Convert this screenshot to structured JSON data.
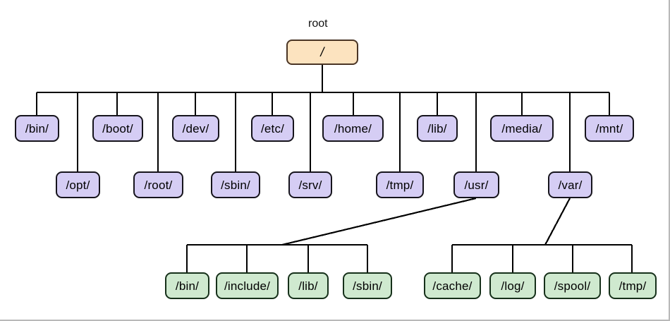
{
  "diagram": {
    "title_caption": "root",
    "type": "filesystem-hierarchy-tree",
    "colors": {
      "root_fill": "#fce3bf",
      "root_border": "#4a3525",
      "level1_fill": "#d5cdf4",
      "level1_border": "#16141c",
      "level2_fill": "#cfe9cf",
      "level2_border": "#16301a",
      "edge": "#000000",
      "page_background": "#ffffff",
      "frame_border": "#b9b9b9"
    },
    "root_node": {
      "label": "/",
      "caption": "root"
    },
    "level1_row_a": [
      {
        "label": "/bin/"
      },
      {
        "label": "/boot/"
      },
      {
        "label": "/dev/"
      },
      {
        "label": "/etc/"
      },
      {
        "label": "/home/"
      },
      {
        "label": "/lib/"
      },
      {
        "label": "/media/"
      },
      {
        "label": "/mnt/"
      }
    ],
    "level1_row_b": [
      {
        "label": "/opt/"
      },
      {
        "label": "/root/"
      },
      {
        "label": "/sbin/"
      },
      {
        "label": "/srv/"
      },
      {
        "label": "/tmp/"
      },
      {
        "label": "/usr/"
      },
      {
        "label": "/var/"
      }
    ],
    "usr_children": [
      {
        "label": "/bin/"
      },
      {
        "label": "/include/"
      },
      {
        "label": "/lib/"
      },
      {
        "label": "/sbin/"
      }
    ],
    "var_children": [
      {
        "label": "/cache/"
      },
      {
        "label": "/log/"
      },
      {
        "label": "/spool/"
      },
      {
        "label": "/tmp/"
      }
    ]
  }
}
